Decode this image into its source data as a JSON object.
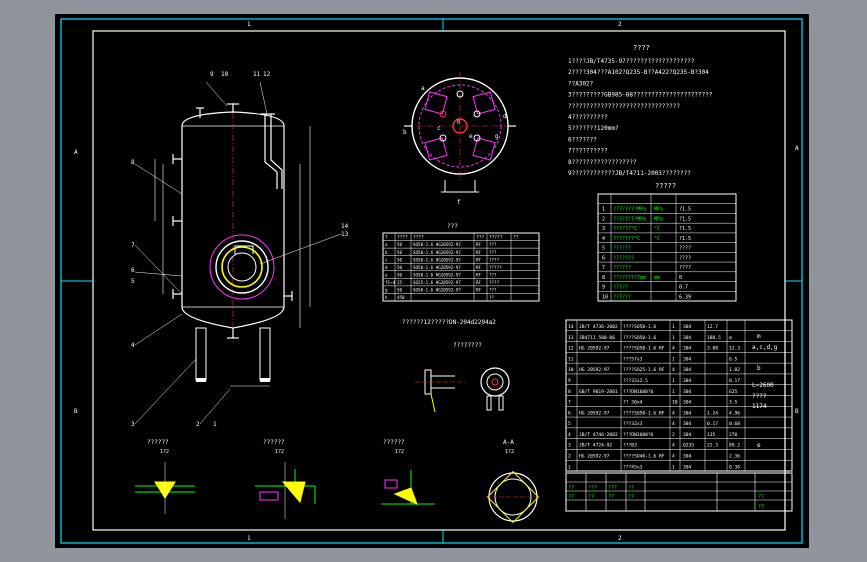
{
  "border": {
    "top_zones": [
      "1",
      "2"
    ],
    "bottom_zones": [
      "1",
      "2"
    ],
    "left_zones": [
      "A",
      "B"
    ],
    "right_zones": [
      "A",
      "B"
    ]
  },
  "notes": {
    "heading": "????",
    "lines": [
      "1????JB/T4735-97???????????????????",
      "2????304???A102?Q235-B??A422?Q235-B?304",
      "   ??A302?",
      "3?????????GB985-88??????????????????????",
      "   ???????????????????????????????",
      "4??????????",
      "5???????120mm?",
      "6???????",
      "7??????????",
      "8??????????????????",
      "9????????????JB/T4711-2003????????"
    ]
  },
  "tech_table": {
    "heading": "?????",
    "rows": [
      [
        "1",
        "????????MPa",
        "MPa",
        "?1.5"
      ],
      [
        "2",
        "????????MPa",
        "MPa",
        "?1.5"
      ],
      [
        "3",
        "??????°C",
        "°C",
        "?1.5"
      ],
      [
        "4",
        "???????°C",
        "°C",
        "?1.5"
      ],
      [
        "5",
        "??????",
        "",
        "????"
      ],
      [
        "6",
        "???????",
        "",
        "????"
      ],
      [
        "7",
        "??????",
        "",
        "????"
      ],
      [
        "8",
        "?????????mm",
        "mm",
        "0"
      ],
      [
        "9",
        "?????",
        "",
        "0.7"
      ],
      [
        "10",
        "??????",
        "",
        "6.39"
      ]
    ]
  },
  "nozzle_table": {
    "heading": "???",
    "header": [
      "?",
      "????",
      "????",
      "???",
      "?????",
      "??"
    ],
    "rows": [
      [
        "a",
        "50",
        "SO50-1.6 HG20592-97",
        "RF",
        "???",
        ""
      ],
      [
        "b",
        "50",
        "SO50-1.6 HG20592-97",
        "RF",
        "???",
        ""
      ],
      [
        "c",
        "50",
        "SO50-1.6 HG20592-97",
        "RF",
        "????",
        ""
      ],
      [
        "d",
        "50",
        "SO50-1.6 HG20592-97",
        "RF",
        "?????",
        ""
      ],
      [
        "e",
        "50",
        "SO50-1.6 HG20592-97",
        "RF",
        "???",
        ""
      ],
      [
        "f1~4",
        "25",
        "SO25-1.6 HG20592-97",
        "RF",
        "????",
        ""
      ],
      [
        "g",
        "50",
        "SO50-1.6 HG20592-97",
        "RF",
        "???",
        ""
      ],
      [
        "h",
        "450",
        "",
        "",
        "??",
        ""
      ]
    ]
  },
  "parts_table": {
    "rows": [
      [
        "14",
        "JB/T 4736-2002",
        "????SO50-1.6",
        "1",
        "304",
        "12.7",
        ""
      ],
      [
        "13",
        "JB4711 500-86",
        "????SO50-1.6",
        "1",
        "304",
        "180.5",
        "m"
      ],
      [
        "12",
        "HG 20592-97",
        "????SO50-1.6 RF",
        "4",
        "304",
        "3.08",
        "12.3"
      ],
      [
        "11",
        "",
        "???57x3",
        "1",
        "304",
        "",
        "6.5"
      ],
      [
        "10",
        "HG 20592-97",
        "????SO25-1.6 RF",
        "4",
        "304",
        "",
        "1.02"
      ],
      [
        "9",
        "",
        "???32x2.5",
        "1",
        "304",
        "",
        "0.17"
      ],
      [
        "8",
        "GB/T 9019-2001",
        "???DN1600?6",
        "1",
        "304",
        "",
        "625"
      ],
      [
        "7",
        "",
        "?? 30x4",
        "10",
        "304",
        "",
        "3.5"
      ],
      [
        "6",
        "HG 20592-97",
        "????SO50-1.6 RF",
        "4",
        "304",
        "1.24",
        "4.96"
      ],
      [
        "5",
        "",
        "???32x3",
        "4",
        "304",
        "0.17",
        "0.68"
      ],
      [
        "4",
        "JB/T 4746-2002",
        "???DN1600?6",
        "2",
        "304",
        "135",
        "270"
      ],
      [
        "3",
        "JB/T 4724-92",
        "???B3",
        "4",
        "Q235",
        "22.3",
        "89.2"
      ],
      [
        "2",
        "HG 20592-97",
        "????SO40-1.6 RF",
        "4",
        "304",
        "",
        "2.36"
      ],
      [
        "1",
        "",
        "???45x3",
        "1",
        "304",
        "",
        "0.38"
      ]
    ],
    "side_notes": [
      "m",
      "a,c,d,g",
      "b",
      "L=2600",
      "????",
      "1174",
      "e"
    ]
  },
  "title_block": {
    "cells": [
      "??",
      "???",
      "???",
      "??",
      "??",
      "??",
      "??",
      "??",
      "??",
      "??"
    ]
  },
  "views": {
    "front_labels": [
      "9",
      "10",
      "11",
      "12",
      "8",
      "7",
      "6",
      "5",
      "4",
      "3",
      "2",
      "1",
      "14",
      "13"
    ],
    "top_labels": [
      "a",
      "c",
      "d",
      "e",
      "g",
      "h",
      "b",
      "f"
    ],
    "section_caption": "??????12?????DN-204d2204a2",
    "small_detail_caption": "????????",
    "detail_captions": [
      "??????",
      "??????",
      "??????",
      "A-A"
    ],
    "detail_scales": [
      "1?2",
      "1?2",
      "1?2",
      "1?2"
    ]
  },
  "colors": {
    "background_gray": "#8f949d",
    "sheet": "#000000",
    "frame": "#00e5ff",
    "text": "#ffffff",
    "accent_yellow": "#ffff00",
    "green": "#00ff00",
    "magenta": "#ff33ff",
    "red": "#ff3333"
  }
}
